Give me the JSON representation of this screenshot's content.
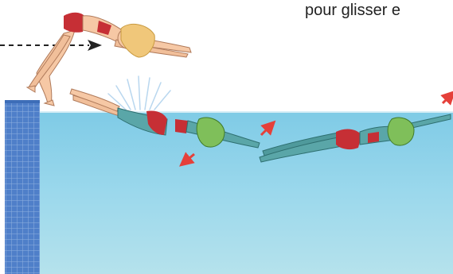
{
  "caption": "pour glisser e",
  "colors": {
    "sky": "#ffffff",
    "water_top": "#8fd3ea",
    "water_bottom": "#a8dde9",
    "tile": "#4f7fc9",
    "skin": "#f6c8a5",
    "skin_under_water": "#5aa6a8",
    "swimsuit": "#c62f35",
    "hair": "#f0c77a",
    "hair_under_water": "#7fbf5a",
    "arrow": "#e5403a",
    "dash_arrow": "#222222"
  },
  "icons": {
    "dash_arrow": "dashed-arrow-right",
    "direction_arrows": "red-arrow"
  }
}
